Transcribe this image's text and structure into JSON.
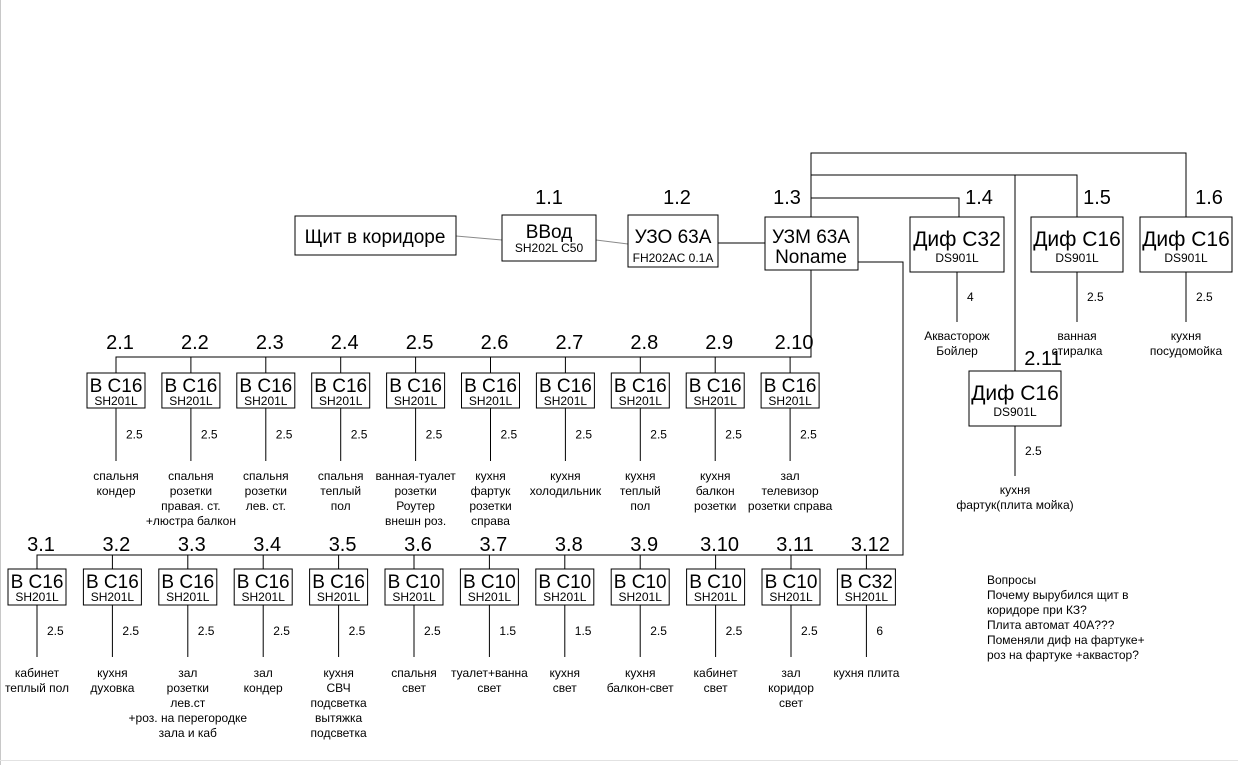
{
  "panel": {
    "source": "Щит в коридоре",
    "main": [
      {
        "num": "1.1",
        "name": "ВВод",
        "model": "SH202L C50"
      },
      {
        "num": "1.2",
        "name": "УЗО 63А",
        "model": "FH202AC 0.1A"
      },
      {
        "num": "1.3",
        "name": "УЗМ 63А",
        "model": "Noname"
      }
    ],
    "rcbo": [
      {
        "num": "1.4",
        "name": "Диф С32",
        "model": "DS901L",
        "wire": "4",
        "desc": [
          "Аквасторож",
          "Бойлер"
        ]
      },
      {
        "num": "1.5",
        "name": "Диф С16",
        "model": "DS901L",
        "wire": "2.5",
        "desc": [
          "ванная",
          "стиралка"
        ]
      },
      {
        "num": "1.6",
        "name": "Диф С16",
        "model": "DS901L",
        "wire": "2.5",
        "desc": [
          "кухня",
          "посудомойка"
        ]
      },
      {
        "num": "2.11",
        "name": "Диф С16",
        "model": "DS901L",
        "wire": "2.5",
        "desc": [
          "кухня",
          "фартук(плита мойка)"
        ]
      }
    ],
    "row2": [
      {
        "num": "2.1",
        "name": "В С16",
        "model": "SH201L",
        "wire": "2.5",
        "desc": [
          "спальня",
          "кондер"
        ]
      },
      {
        "num": "2.2",
        "name": "В С16",
        "model": "SH201L",
        "wire": "2.5",
        "desc": [
          "спальня",
          "розетки",
          "правая. ст.",
          "+люстра балкон"
        ]
      },
      {
        "num": "2.3",
        "name": "В С16",
        "model": "SH201L",
        "wire": "2.5",
        "desc": [
          "спальня",
          "розетки",
          "лев. ст."
        ]
      },
      {
        "num": "2.4",
        "name": "В С16",
        "model": "SH201L",
        "wire": "2.5",
        "desc": [
          "спальня",
          "теплый",
          "пол"
        ]
      },
      {
        "num": "2.5",
        "name": "В С16",
        "model": "SH201L",
        "wire": "2.5",
        "desc": [
          "ванная-туалет",
          "розетки",
          "Роутер",
          "внешн роз."
        ]
      },
      {
        "num": "2.6",
        "name": "В С16",
        "model": "SH201L",
        "wire": "2.5",
        "desc": [
          "кухня",
          "фартук",
          "розетки",
          "справа"
        ]
      },
      {
        "num": "2.7",
        "name": "В С16",
        "model": "SH201L",
        "wire": "2.5",
        "desc": [
          "кухня",
          "холодильник"
        ]
      },
      {
        "num": "2.8",
        "name": "В С16",
        "model": "SH201L",
        "wire": "2.5",
        "desc": [
          "кухня",
          "теплый",
          "пол"
        ]
      },
      {
        "num": "2.9",
        "name": "В С16",
        "model": "SH201L",
        "wire": "2.5",
        "desc": [
          "кухня",
          "балкон",
          "розетки"
        ]
      },
      {
        "num": "2.10",
        "name": "В С16",
        "model": "SH201L",
        "wire": "2.5",
        "desc": [
          "зал",
          "телевизор",
          "розетки справа"
        ]
      }
    ],
    "row3": [
      {
        "num": "3.1",
        "name": "В С16",
        "model": "SH201L",
        "wire": "2.5",
        "desc": [
          "кабинет",
          "теплый пол"
        ]
      },
      {
        "num": "3.2",
        "name": "В С16",
        "model": "SH201L",
        "wire": "2.5",
        "desc": [
          "кухня",
          "духовка"
        ]
      },
      {
        "num": "3.3",
        "name": "В С16",
        "model": "SH201L",
        "wire": "2.5",
        "desc": [
          "зал",
          "розетки",
          "лев.ст",
          "+роз. на перегородке",
          "зала и каб"
        ]
      },
      {
        "num": "3.4",
        "name": "В С16",
        "model": "SH201L",
        "wire": "2.5",
        "desc": [
          "зал",
          "кондер"
        ]
      },
      {
        "num": "3.5",
        "name": "В С16",
        "model": "SH201L",
        "wire": "2.5",
        "desc": [
          "кухня",
          "СВЧ",
          "подсветка",
          "вытяжка",
          "подсветка"
        ]
      },
      {
        "num": "3.6",
        "name": "В С10",
        "model": "SH201L",
        "wire": "2.5",
        "desc": [
          "спальня",
          "свет"
        ]
      },
      {
        "num": "3.7",
        "name": "В С10",
        "model": "SH201L",
        "wire": "1.5",
        "desc": [
          "туалет+ванна",
          "свет"
        ]
      },
      {
        "num": "3.8",
        "name": "В С10",
        "model": "SH201L",
        "wire": "1.5",
        "desc": [
          "кухня",
          "свет"
        ]
      },
      {
        "num": "3.9",
        "name": "В С10",
        "model": "SH201L",
        "wire": "2.5",
        "desc": [
          "кухня",
          "балкон-свет"
        ]
      },
      {
        "num": "3.10",
        "name": "В С10",
        "model": "SH201L",
        "wire": "2.5",
        "desc": [
          "кабинет",
          "свет"
        ]
      },
      {
        "num": "3.11",
        "name": "В С10",
        "model": "SH201L",
        "wire": "2.5",
        "desc": [
          "зал",
          "коридор",
          "свет"
        ]
      },
      {
        "num": "3.12",
        "name": "В С32",
        "model": "SH201L",
        "wire": "6",
        "desc": [
          "кухня плита"
        ]
      }
    ]
  },
  "notes": [
    "Вопросы",
    "Почему вырубился щит в",
    "коридоре при КЗ?",
    "Плита автомат 40А???",
    "Поменяли диф на фартуке+",
    "роз на фартуке +акваcтор?"
  ]
}
